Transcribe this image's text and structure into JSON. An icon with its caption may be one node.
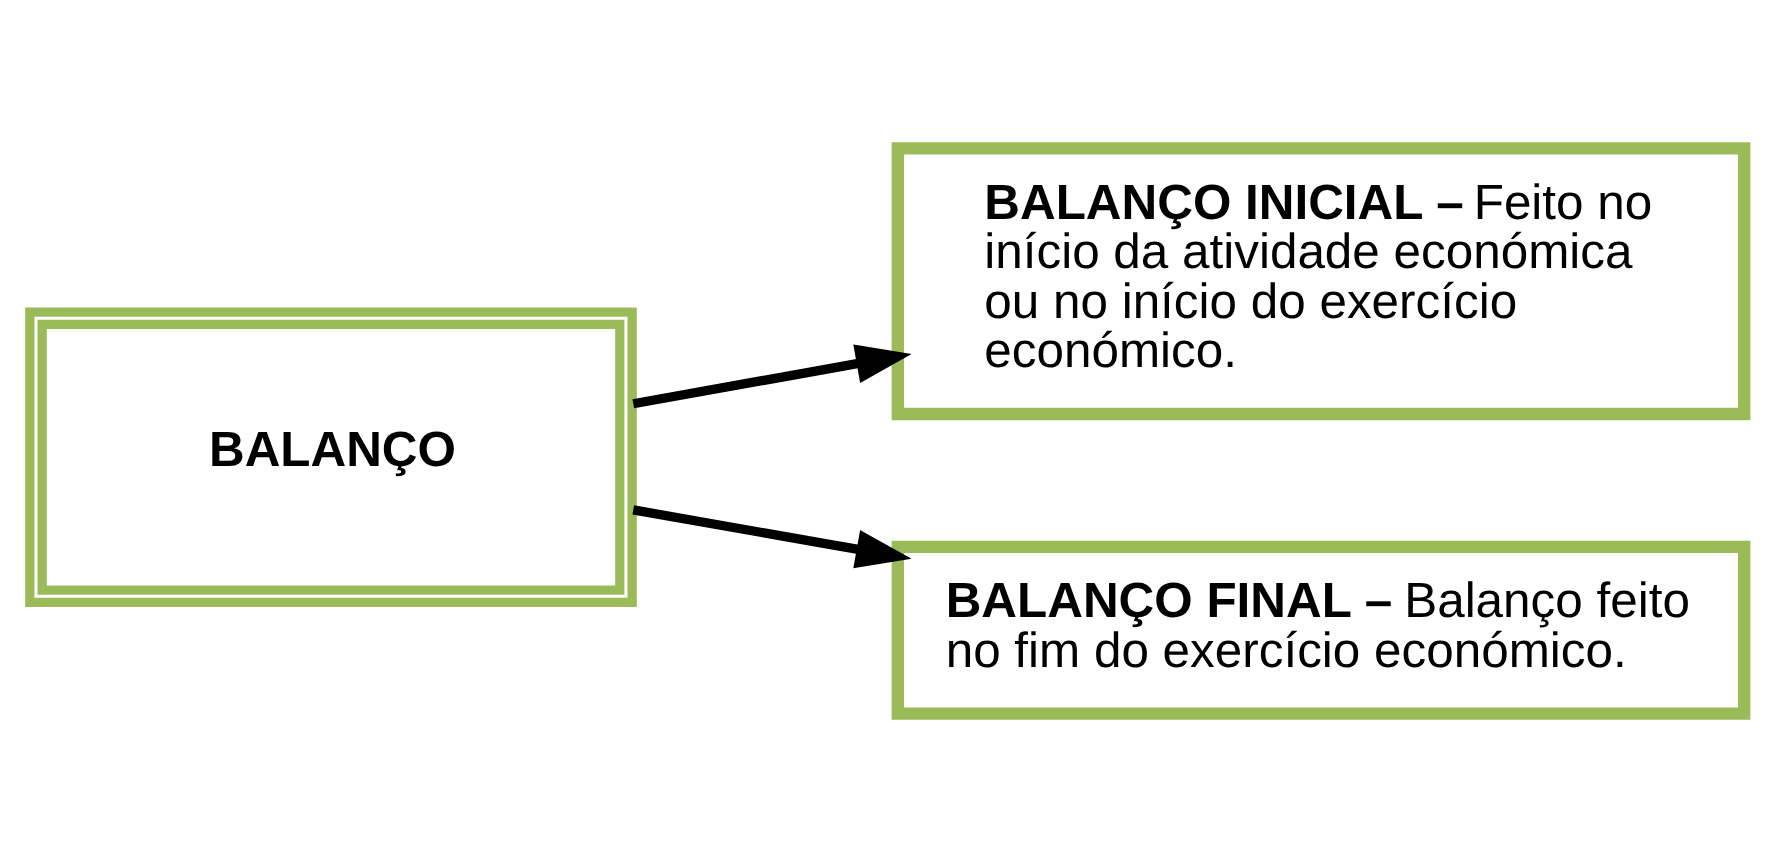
{
  "diagram": {
    "nodes": [
      {
        "text": [
          "BALANÇO"
        ]
      },
      {
        "text": [
          "**BALANÇO INICIAL –** Feito no início da atividade económica ou no início do exercício económico."
        ]
      },
      {
        "text": [
          "**BALANÇO FINAL –** Balanço feito no fim do exercício económico."
        ]
      }
    ],
    "edges": [
      {
        "from": 0,
        "to": 1,
        "arrow": "to"
      },
      {
        "from": 0,
        "to": 2,
        "arrow": "to"
      }
    ]
  }
}
